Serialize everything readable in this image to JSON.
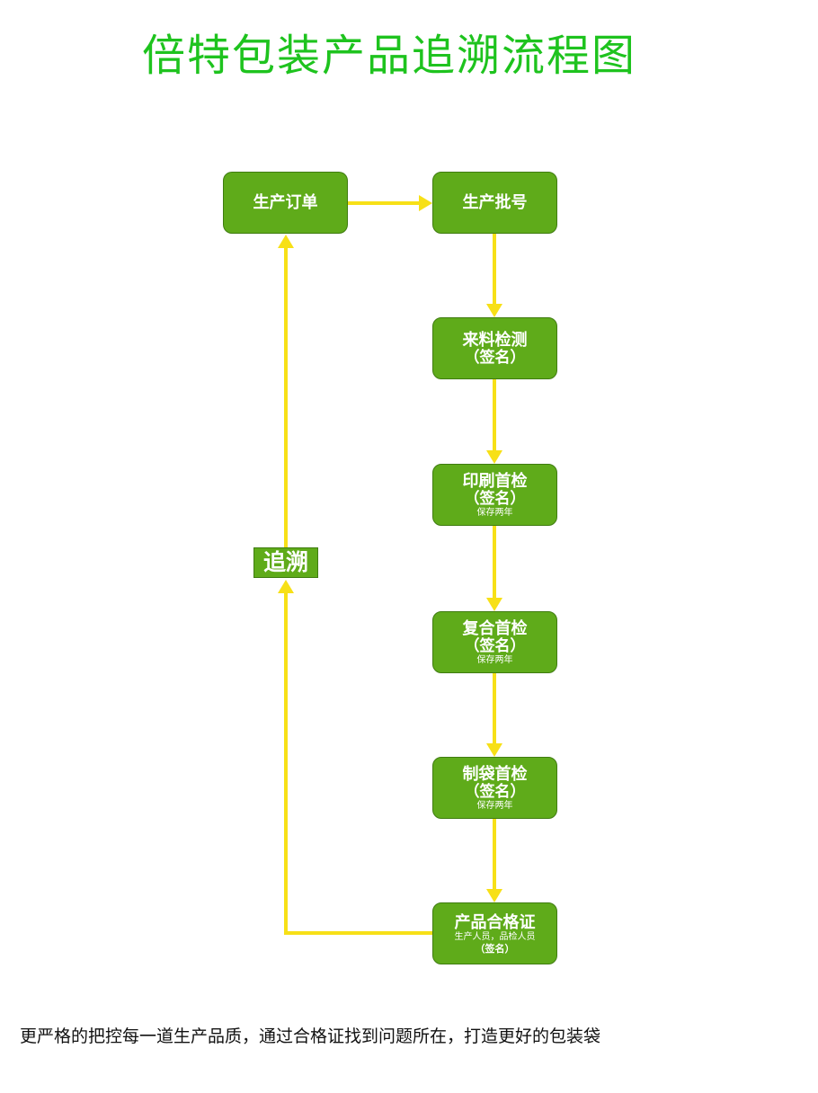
{
  "title": "倍特包装产品追溯流程图",
  "colors": {
    "title": "#1ec31e",
    "node_fill": "#5fab1a",
    "node_border": "#3f7c10",
    "arrow": "#f7e017",
    "footer_text": "#111111"
  },
  "nodes": {
    "order": {
      "line1": "生产订单"
    },
    "batch": {
      "line1": "生产批号"
    },
    "incoming": {
      "line1": "来料检测",
      "line2": "（签名）"
    },
    "print": {
      "line1": "印刷首检",
      "line2": "（签名）",
      "line3": "保存两年"
    },
    "laminate": {
      "line1": "复合首检",
      "line2": "（签名）",
      "line3": "保存两年"
    },
    "bagmaking": {
      "line1": "制袋首检",
      "line2": "（签名）",
      "line3": "保存两年"
    },
    "certificate": {
      "line1": "产品合格证",
      "line2": "生产人员，品检人员",
      "line3": "（签名）"
    }
  },
  "trace_label": "追溯",
  "footer": "更严格的把控每一道生产品质，通过合格证找到问题所在，打造更好的包装袋"
}
